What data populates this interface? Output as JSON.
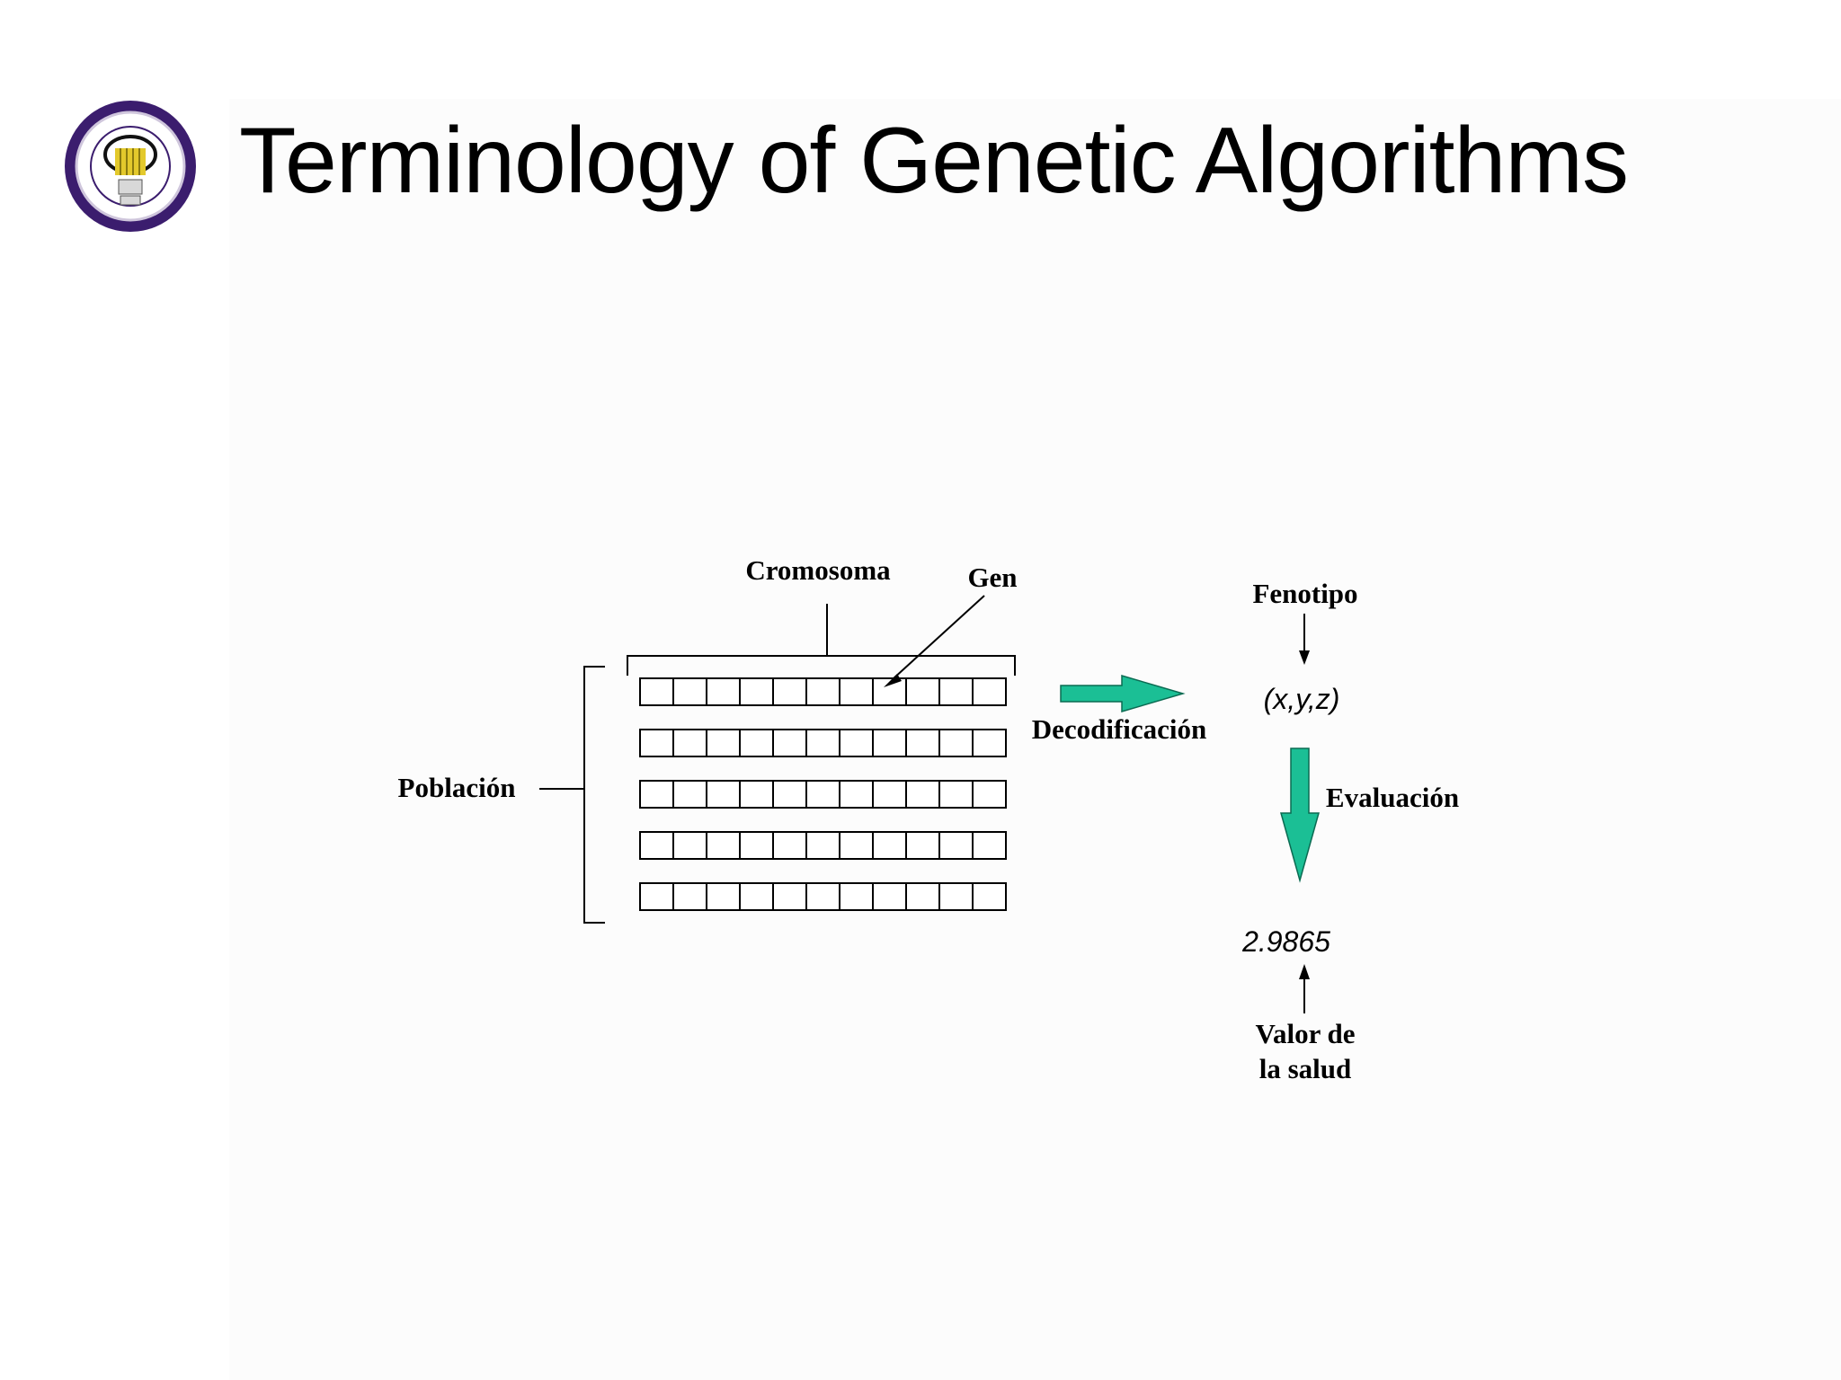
{
  "slide": {
    "title": "Terminology of Genetic Algorithms"
  },
  "diagram": {
    "labels": {
      "chromosome": "Cromosoma",
      "gene": "Gen",
      "population": "Población",
      "decoding": "Decodificación",
      "phenotype": "Fenotipo",
      "phenotype_value": "(x,y,z)",
      "evaluation": "Evaluación",
      "fitness_value": "2.9865",
      "fitness_label_line1": "Valor de",
      "fitness_label_line2": "la salud"
    },
    "population_rows": 5,
    "genes_per_chromosome": 11,
    "colors": {
      "arrow_fill": "#1bbf95",
      "stroke": "#000000",
      "logo_ring": "#3b1d6e",
      "logo_core": "#e3c92c"
    }
  }
}
